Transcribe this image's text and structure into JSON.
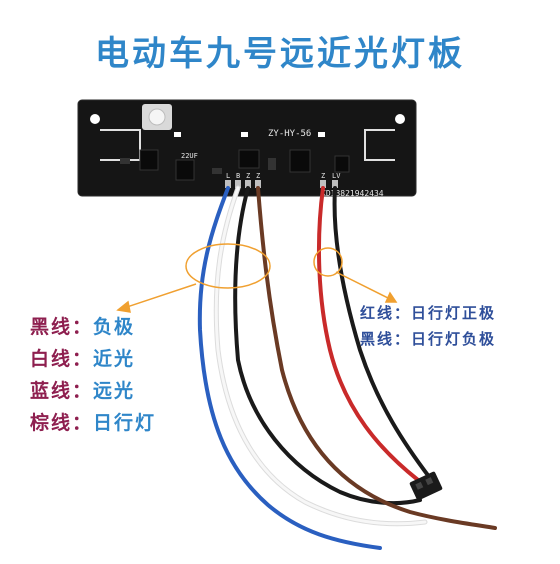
{
  "title": "电动车九号远近光灯板",
  "board": {
    "model_label": "ZY-HY-56",
    "cap_label": "22UF",
    "id_label": "KDI3821942434",
    "pin_labels_left": [
      "L",
      "B",
      "Z",
      "Z"
    ],
    "pin_labels_right": [
      "Z",
      "LV"
    ]
  },
  "legend_left": [
    {
      "wire": "黑线：",
      "meaning": "负极"
    },
    {
      "wire": "白线：",
      "meaning": "近光"
    },
    {
      "wire": "蓝线：",
      "meaning": "远光"
    },
    {
      "wire": "棕线：",
      "meaning": "日行灯"
    }
  ],
  "legend_right": [
    {
      "wire": "红线：",
      "meaning": "日行灯正极"
    },
    {
      "wire": "黑线：",
      "meaning": "日行灯负极"
    }
  ],
  "colors": {
    "title": "#2f86c9",
    "legend_key": "#8e1f4f",
    "legend_value": "#2f86c9",
    "board": "#151515",
    "annotation": "#f0a030",
    "wire_blue": "#2a5fc0",
    "wire_white": "#f2f2f2",
    "wire_black": "#1a1a1a",
    "wire_brown": "#6a3a24",
    "wire_red": "#c92a2a"
  }
}
